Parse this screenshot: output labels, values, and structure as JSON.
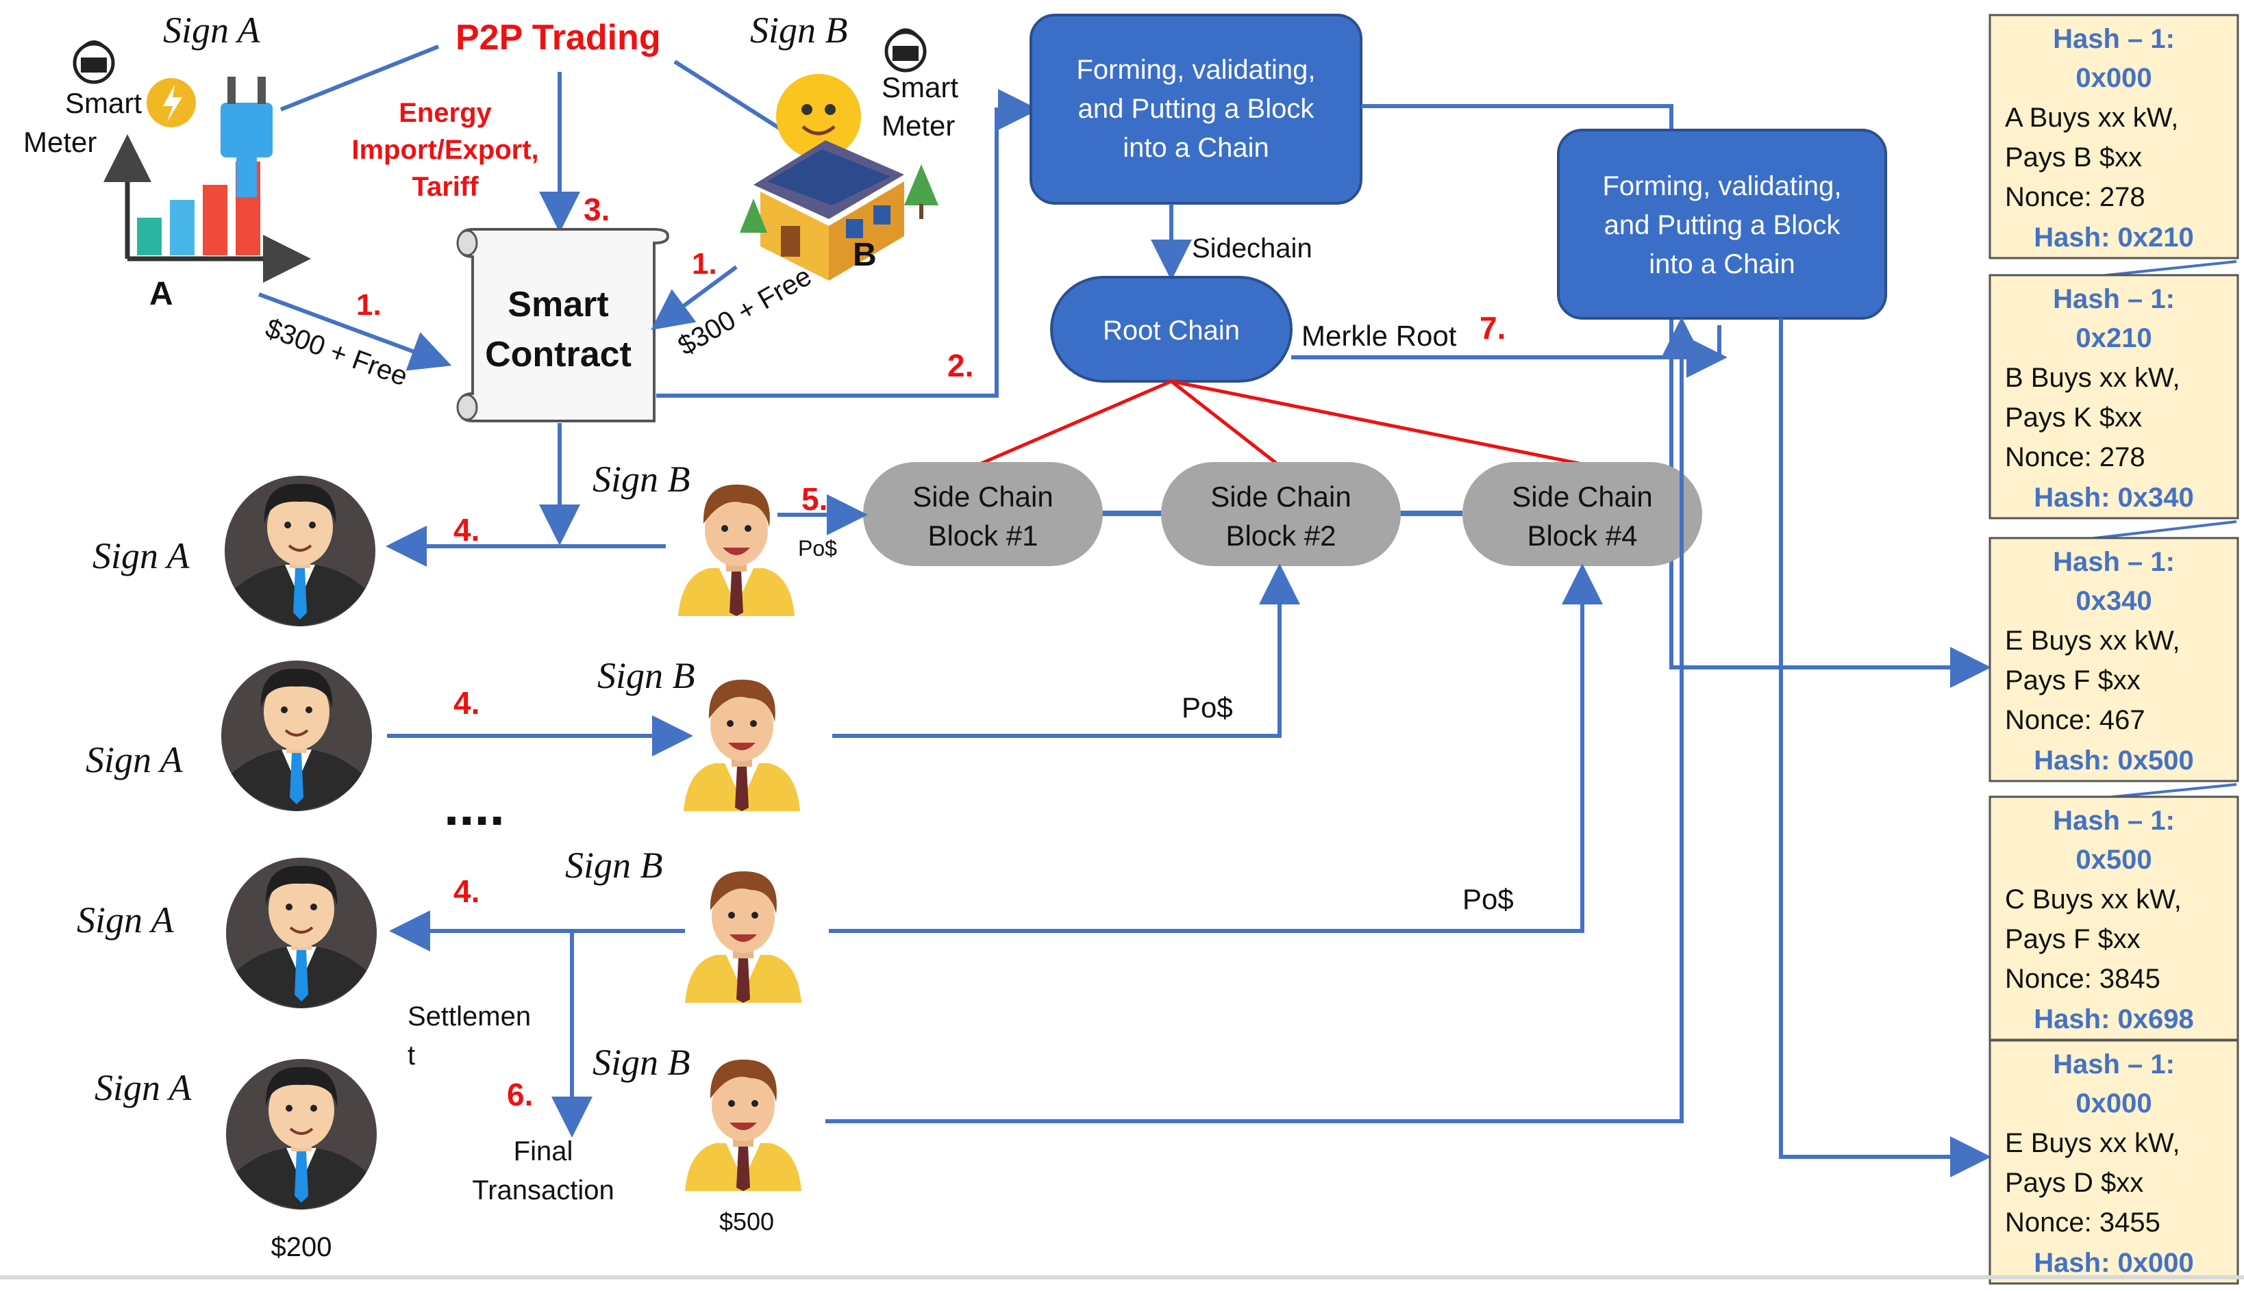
{
  "top": {
    "p2p_trading": "P2P Trading",
    "energy_label": [
      "Energy",
      "Import/Export,",
      "Tariff"
    ],
    "sign_a": "Sign A",
    "sign_b": "Sign B",
    "smart_meter": [
      "Smart",
      "Meter"
    ],
    "label_a": "A",
    "label_b": "B",
    "payment": "$300 + Free",
    "smart_contract": [
      "Smart",
      "Contract"
    ]
  },
  "steps": {
    "s1": "1.",
    "s2": "2.",
    "s3": "3.",
    "s4": "4.",
    "s5": "5.",
    "s6": "6.",
    "s7": "7."
  },
  "chain": {
    "forming_block": [
      "Forming, validating,",
      "and Putting a Block",
      "into a Chain"
    ],
    "sidechain_label": "Sidechain",
    "root_chain": "Root Chain",
    "merkle_root": "Merkle Root",
    "side_blocks": [
      [
        "Side Chain",
        "Block #1"
      ],
      [
        "Side Chain",
        "Block #2"
      ],
      [
        "Side Chain",
        "Block #4"
      ]
    ],
    "pos": "Po$"
  },
  "participants": {
    "sign_a": "Sign A",
    "sign_b": "Sign B",
    "dots": "....",
    "settlement": [
      "Settlemen",
      "t"
    ],
    "final_tx": [
      "Final",
      "Transaction"
    ],
    "amount_a": "$200",
    "amount_b": "$500"
  },
  "ledger": [
    {
      "prev": [
        "Hash – 1:",
        "0x000"
      ],
      "lines": [
        "A Buys xx kW,",
        "Pays B $xx",
        "Nonce: 278"
      ],
      "hash": "Hash: 0x210"
    },
    {
      "prev": [
        "Hash – 1:",
        "0x210"
      ],
      "lines": [
        "B Buys xx kW,",
        "Pays K $xx",
        "Nonce: 278"
      ],
      "hash": "Hash: 0x340"
    },
    {
      "prev": [
        "Hash – 1:",
        "0x340"
      ],
      "lines": [
        "E Buys xx kW,",
        "Pays F $xx",
        "Nonce: 467"
      ],
      "hash": "Hash: 0x500"
    },
    {
      "prev": [
        "Hash – 1:",
        "0x500"
      ],
      "lines": [
        "C Buys xx kW,",
        "Pays F $xx",
        "Nonce: 3845"
      ],
      "hash": "Hash: 0x698"
    },
    {
      "prev": [
        "Hash – 1:",
        "0x000"
      ],
      "lines": [
        "E Buys xx kW,",
        "Pays D $xx",
        "Nonce: 3455"
      ],
      "hash": "Hash: 0x000"
    }
  ],
  "colors": {
    "arrow": "#4472c4",
    "block_fill": "#3b6fc7",
    "block_stroke": "#2a4f8f",
    "side_block": "#a6a6a6",
    "ledger_fill": "#fff2cc",
    "ledger_hash": "#4472c4",
    "red": "#ee1111"
  }
}
